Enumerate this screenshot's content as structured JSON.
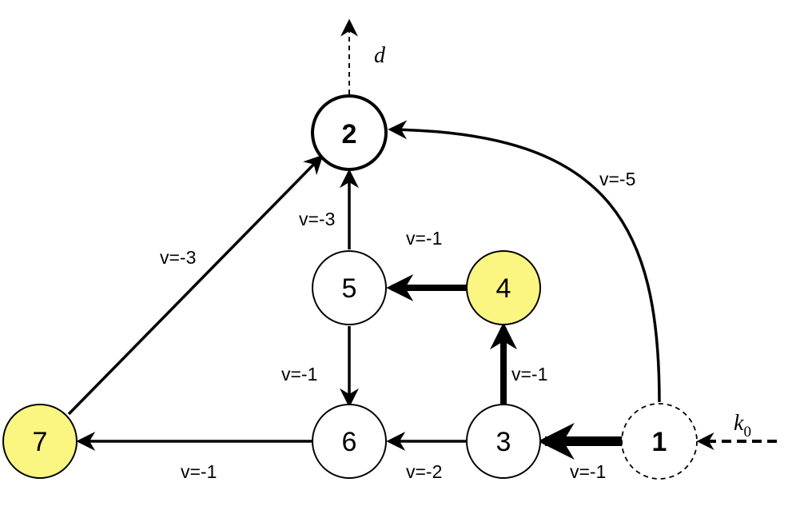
{
  "nodes": [
    {
      "id": "2",
      "label": "2",
      "fill": "#ffffff",
      "style": "bold"
    },
    {
      "id": "5",
      "label": "5",
      "fill": "#ffffff",
      "style": "normal"
    },
    {
      "id": "4",
      "label": "4",
      "fill": "#fbf582",
      "style": "normal"
    },
    {
      "id": "7",
      "label": "7",
      "fill": "#fbf582",
      "style": "normal"
    },
    {
      "id": "6",
      "label": "6",
      "fill": "#ffffff",
      "style": "normal"
    },
    {
      "id": "3",
      "label": "3",
      "fill": "#ffffff",
      "style": "normal"
    },
    {
      "id": "1",
      "label": "1",
      "fill": "#ffffff",
      "style": "dashed"
    }
  ],
  "edges": [
    {
      "from": "1",
      "to": "2",
      "label": "v=-5"
    },
    {
      "from": "5",
      "to": "2",
      "label": "v=-3"
    },
    {
      "from": "7",
      "to": "2",
      "label": "v=-3"
    },
    {
      "from": "4",
      "to": "5",
      "label": "v=-1"
    },
    {
      "from": "5",
      "to": "6",
      "label": "v=-1"
    },
    {
      "from": "3",
      "to": "4",
      "label": "v=-1"
    },
    {
      "from": "6",
      "to": "7",
      "label": "v=-1"
    },
    {
      "from": "3",
      "to": "6",
      "label": "v=-2"
    },
    {
      "from": "1",
      "to": "3",
      "label": "v=-1"
    }
  ],
  "outflow_label": "d",
  "inflow_label": {
    "base": "k",
    "sub": "0"
  }
}
